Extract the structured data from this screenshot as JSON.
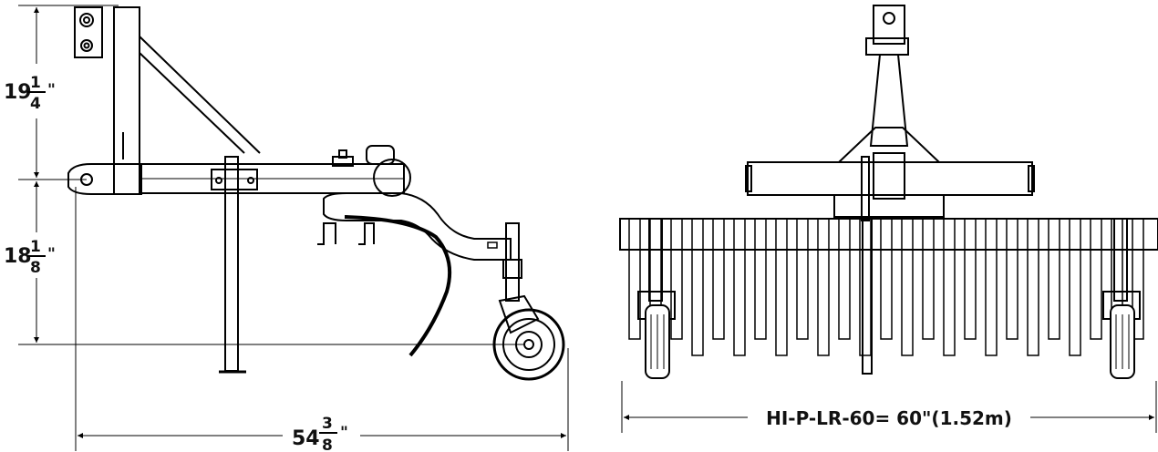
{
  "dimensions": {
    "top_height": {
      "whole": "19",
      "num": "1",
      "den": "4",
      "unit": "\""
    },
    "bottom_height": {
      "whole": "18",
      "num": "1",
      "den": "8",
      "unit": "\""
    },
    "length": {
      "whole": "54",
      "num": "3",
      "den": "8",
      "unit": "\""
    },
    "width_label": "HI-P-LR-60= 60\"(1.52m)"
  },
  "colors": {
    "line": "#000000",
    "background": "#ffffff"
  }
}
